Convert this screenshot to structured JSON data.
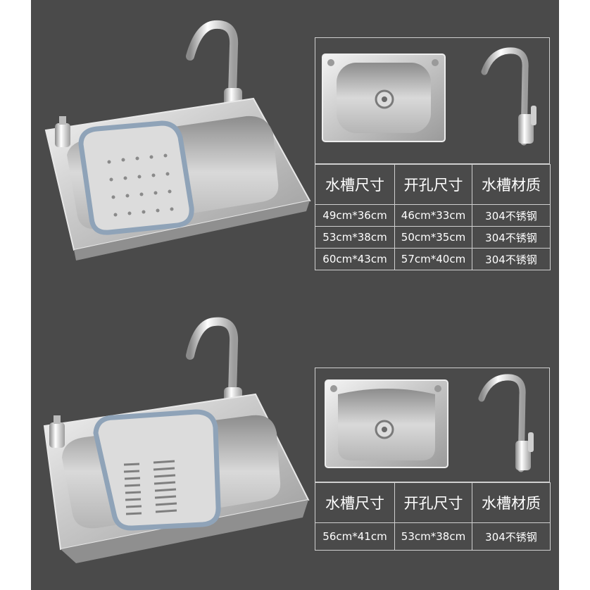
{
  "colors": {
    "background": "#4a4a4a",
    "border": "#cfcfcf",
    "text": "#ffffff"
  },
  "headers": [
    "水槽尺寸",
    "开孔尺寸",
    "水槽材质"
  ],
  "set_1": {
    "rows": [
      [
        "49cm*36cm",
        "46cm*33cm",
        "304不锈钢"
      ],
      [
        "53cm*38cm",
        "50cm*35cm",
        "304不锈钢"
      ],
      [
        "60cm*43cm",
        "57cm*40cm",
        "304不锈钢"
      ]
    ]
  },
  "set_2": {
    "rows": [
      [
        "56cm*41cm",
        "53cm*38cm",
        "304不锈钢"
      ]
    ]
  }
}
